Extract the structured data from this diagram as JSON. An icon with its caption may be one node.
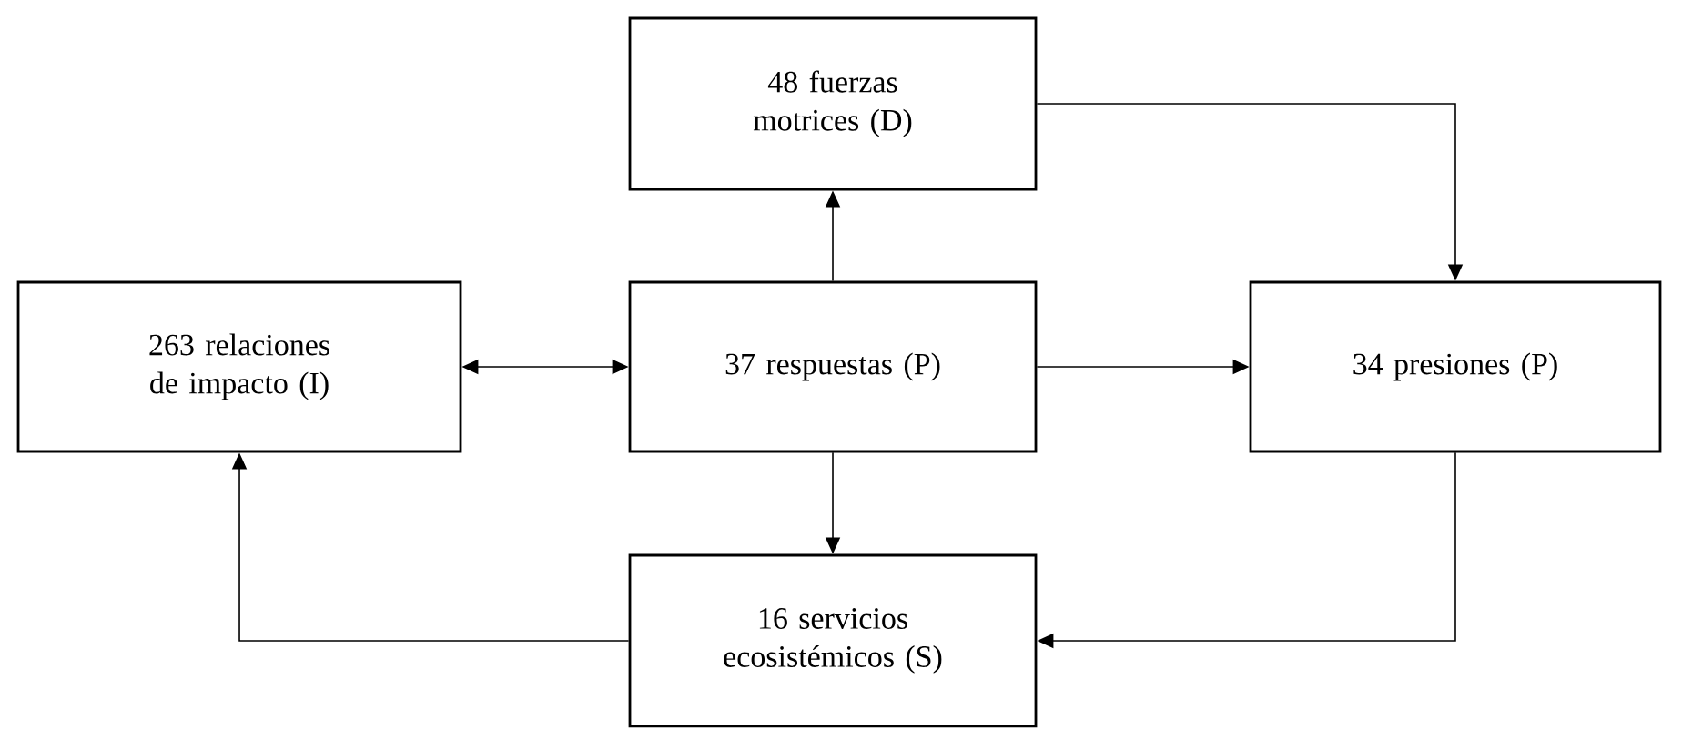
{
  "diagram": {
    "nodes": [
      {
        "text": [
          "48 fuerzas motrices (D)"
        ]
      },
      {
        "text": [
          "263 relaciones de impacto (I)"
        ]
      },
      {
        "text": [
          "37 respuestas (P)"
        ]
      },
      {
        "text": [
          "34 presiones (P)"
        ]
      },
      {
        "text": [
          "16 servicios ecosistémicos (S)"
        ]
      }
    ],
    "edges": [
      {
        "from": 2,
        "to": 0,
        "arrow": "to"
      },
      {
        "from": 0,
        "to": 3,
        "arrow": "to"
      },
      {
        "from": 2,
        "to": 1,
        "arrow": "both"
      },
      {
        "from": 2,
        "to": 3,
        "arrow": "to"
      },
      {
        "from": 2,
        "to": 4,
        "arrow": "to"
      },
      {
        "from": 3,
        "to": 4,
        "arrow": "to"
      },
      {
        "from": 4,
        "to": 1,
        "arrow": "to"
      }
    ]
  }
}
